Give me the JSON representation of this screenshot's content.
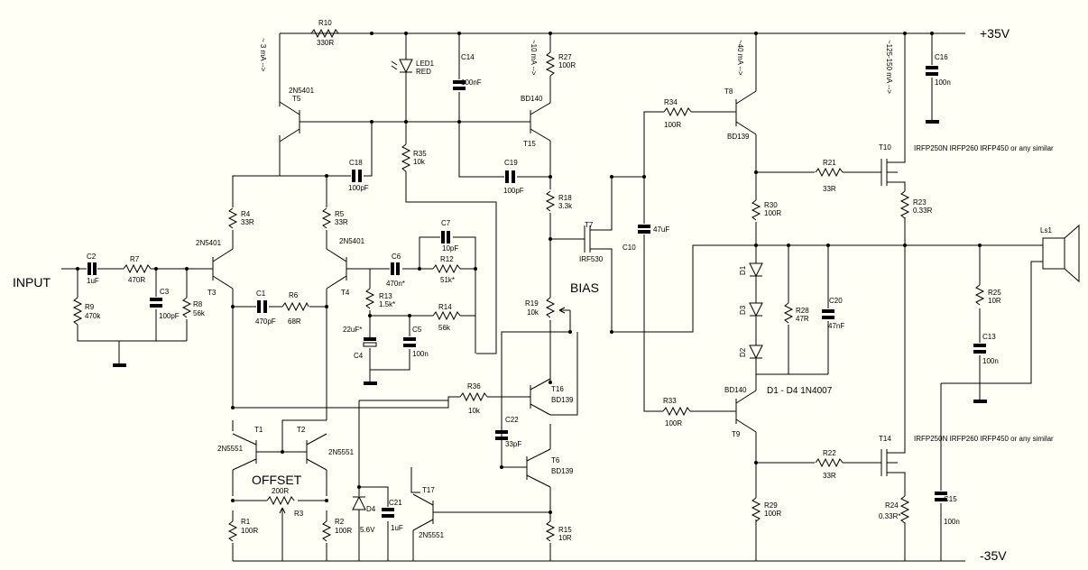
{
  "rails": {
    "pos": "+35V",
    "neg": "-35V"
  },
  "labels": {
    "input": "INPUT",
    "bias": "BIAS",
    "offset": "OFFSET",
    "diodes": "D1 - D4 1N4007",
    "speaker": "Ls1",
    "mosfet_note_top": "IRFP250N IRFP260 IRFP450 or any similar",
    "mosfet_note_bottom": "IRFP250N IRFP260 IRFP450 or any similar"
  },
  "currents": {
    "t5": "~ 3 mA -->",
    "t15": "~10 mA -->",
    "t8": "~40 mA -->",
    "out": "~125-150 mA -->"
  },
  "resistors": {
    "r10": [
      "R10",
      "330R"
    ],
    "r27": [
      "R27",
      "100R"
    ],
    "r34": [
      "R34",
      "100R"
    ],
    "r35": [
      "R35",
      "10k"
    ],
    "r18": [
      "R18",
      "3.3k"
    ],
    "r21": [
      "R21",
      "33R"
    ],
    "r23": [
      "R23",
      "0.33R"
    ],
    "r30": [
      "R30",
      "100R"
    ],
    "r4": [
      "R4",
      "33R"
    ],
    "r5": [
      "R5",
      "33R"
    ],
    "r7": [
      "R7",
      "470R"
    ],
    "r9": [
      "R9",
      "470k"
    ],
    "r8": [
      "R8",
      "56k"
    ],
    "r6": [
      "R6",
      "68R"
    ],
    "r13": [
      "R13",
      "1.5k*"
    ],
    "r12": [
      "R12",
      "51k*"
    ],
    "r14": [
      "R14",
      "56k"
    ],
    "r19": [
      "R19",
      "10k"
    ],
    "r28": [
      "R28",
      "47R"
    ],
    "r25": [
      "R25",
      "10R"
    ],
    "r36": [
      "R36",
      "10k"
    ],
    "r33": [
      "R33",
      "100R"
    ],
    "r22": [
      "R22",
      "33R"
    ],
    "r29": [
      "R29",
      "100R"
    ],
    "r24": [
      "R24",
      "0.33R*"
    ],
    "r3": [
      "R3",
      "200R"
    ],
    "r1": [
      "R1",
      "100R"
    ],
    "r2": [
      "R2",
      "100R"
    ],
    "r15": [
      "R15",
      "10R"
    ]
  },
  "capacitors": {
    "c14": [
      "C14",
      "100nF"
    ],
    "c16": [
      "C16",
      "100n"
    ],
    "c18": [
      "C18",
      "100pF"
    ],
    "c19": [
      "C19",
      "100pF"
    ],
    "c2": [
      "C2",
      "1uF"
    ],
    "c3": [
      "C3",
      "100pF"
    ],
    "c1": [
      "C1",
      "470pF"
    ],
    "c7": [
      "C7",
      "10pF"
    ],
    "c6": [
      "C6",
      "470n*"
    ],
    "c4": [
      "C4",
      "22uF*"
    ],
    "c5": [
      "C5",
      "100n"
    ],
    "c10": [
      "C10",
      "47uF"
    ],
    "c20": [
      "C20",
      "47nF"
    ],
    "c13": [
      "C13",
      "100n"
    ],
    "c22": [
      "C22",
      "33pF"
    ],
    "c21": [
      "C21",
      "1uF"
    ],
    "c15": [
      "C15",
      "100n"
    ]
  },
  "transistors": {
    "t5": [
      "T5",
      "2N5401"
    ],
    "t15": [
      "T15",
      "BD140"
    ],
    "t8": [
      "T8",
      "BD139"
    ],
    "t10": [
      "T10",
      ""
    ],
    "t3": [
      "T3",
      "2N5401"
    ],
    "t4": [
      "T4",
      "2N5401"
    ],
    "t7": [
      "T7",
      "IRF530"
    ],
    "t16": [
      "T16",
      "BD139"
    ],
    "t6": [
      "T6",
      "BD139"
    ],
    "t9": [
      "T9",
      "BD140"
    ],
    "t14": [
      "T14",
      ""
    ],
    "t1": [
      "T1",
      "2N5551"
    ],
    "t2": [
      "T2",
      "2N5551"
    ],
    "t17": [
      "T17",
      "2N5551"
    ]
  },
  "diodes": {
    "d1": "D1",
    "d2": "D2",
    "d3": "D3",
    "d4": [
      "D4",
      "5.6V"
    ],
    "led1": [
      "LED1",
      "RED"
    ]
  }
}
